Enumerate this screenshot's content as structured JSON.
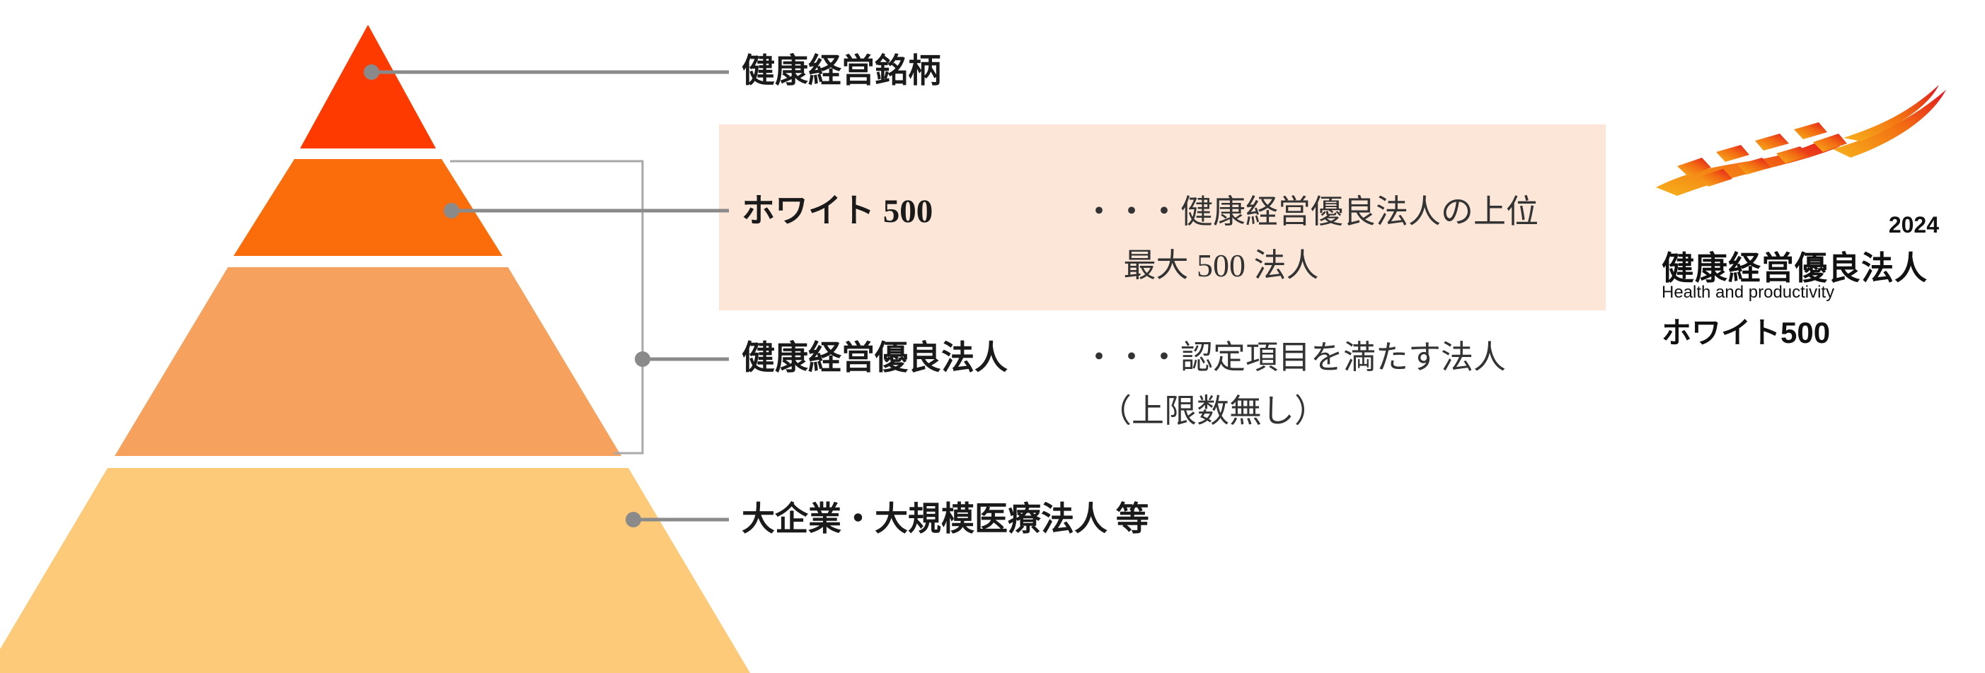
{
  "colors": {
    "tier1": "#ff3a00",
    "tier2": "#fb6d0b",
    "tier3": "#f6a25e",
    "tier4": "#fcca78",
    "connector": "#8a8a8a",
    "highlight_bg": "#fbe6d8"
  },
  "tiers": [
    {
      "title": "健康経営銘柄",
      "description": ""
    },
    {
      "title": "ホワイト 500",
      "description": "・・・健康経営優良法人の上位\n　 最大 500 法人"
    },
    {
      "title": "健康経営優良法人",
      "description": "・・・認定項目を満たす法人\n　（上限数無し）"
    },
    {
      "title": "大企業・大規模医療法人 等",
      "description": ""
    }
  ],
  "badge": {
    "year": "2024",
    "name": "健康経営優良法人",
    "subtitle": "Health and productivity",
    "tier": "ホワイト500",
    "logo_icon": "checkered-flag-icon"
  }
}
